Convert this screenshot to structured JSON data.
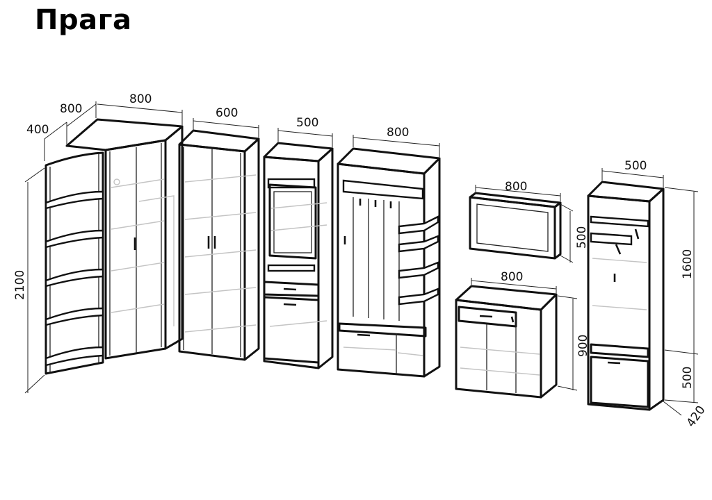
{
  "title": "Прага",
  "dimensions": {
    "corner_depth": "400",
    "corner_side": "800",
    "corner_width": "800",
    "corner_height": "2100",
    "wardrobe_width": "600",
    "glass_width": "500",
    "hallway_width": "800",
    "mirror_width": "800",
    "mirror_height": "500",
    "dresser_width": "800",
    "dresser_height": "900",
    "hanger_width": "500",
    "hanger_top_height": "1600",
    "hanger_bench_height": "500",
    "hanger_depth": "420"
  }
}
